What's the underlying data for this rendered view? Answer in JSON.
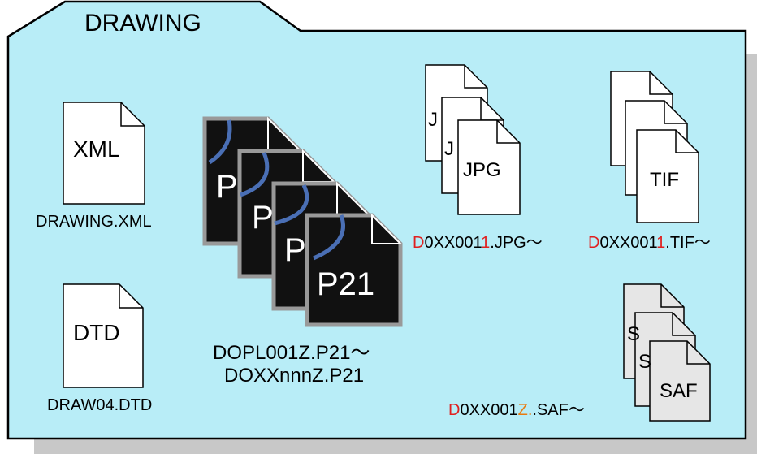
{
  "folder": {
    "title": "DRAWING",
    "bg_color": "#b8edf7",
    "shadow_color": "#c8c8c8"
  },
  "files": {
    "xml": {
      "icon_text": "XML",
      "caption": "DRAWING.XML"
    },
    "dtd": {
      "icon_text": "DTD",
      "caption": "DRAW04.DTD"
    },
    "p21": {
      "stack_letters": [
        "P",
        "P",
        "P"
      ],
      "front_text": "P21",
      "caption_line1": "DOPL001Z.P21～",
      "caption_line2": "DOXXnnnZ.P21"
    },
    "jpg": {
      "back_letters": [
        "J",
        "J"
      ],
      "front_text": "JPG",
      "caption": {
        "prefix": "D",
        "middle": "0XX001",
        "accent": "1",
        "suffix": ".JPG～"
      }
    },
    "tif": {
      "front_text": "TIF",
      "caption": {
        "prefix": "D",
        "middle": "0XX001",
        "accent": "1",
        "suffix": ".TIF～"
      }
    },
    "saf": {
      "back_letters": [
        "S",
        "S"
      ],
      "front_text": "SAF",
      "caption": {
        "prefix": "D",
        "middle": "0XX001",
        "accent": "Z.",
        "suffix": ".SAF～"
      }
    }
  },
  "colors": {
    "accent_red": "#e02020",
    "accent_orange": "#e87a10",
    "curve_blue": "#4a6fb5"
  }
}
